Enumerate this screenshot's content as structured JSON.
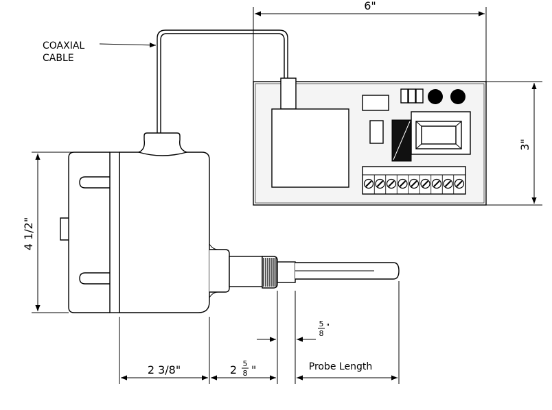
{
  "labels": {
    "coax_line1": "COAXIAL",
    "coax_line2": "CABLE",
    "probe_length": "Probe Length"
  },
  "dimensions": {
    "board_width": "6\"",
    "board_height": "3\"",
    "housing_height": "4 1/2\"",
    "housing_width": "2 3/8\"",
    "fitting_whole": "2",
    "fitting_num": "5",
    "fitting_den": "8",
    "fitting_unit": "\"",
    "probe_num": "5",
    "probe_den": "8",
    "probe_unit": "\""
  },
  "colors": {
    "line": "#000000",
    "background": "#ffffff",
    "board_fill": "#f4f4f4"
  }
}
